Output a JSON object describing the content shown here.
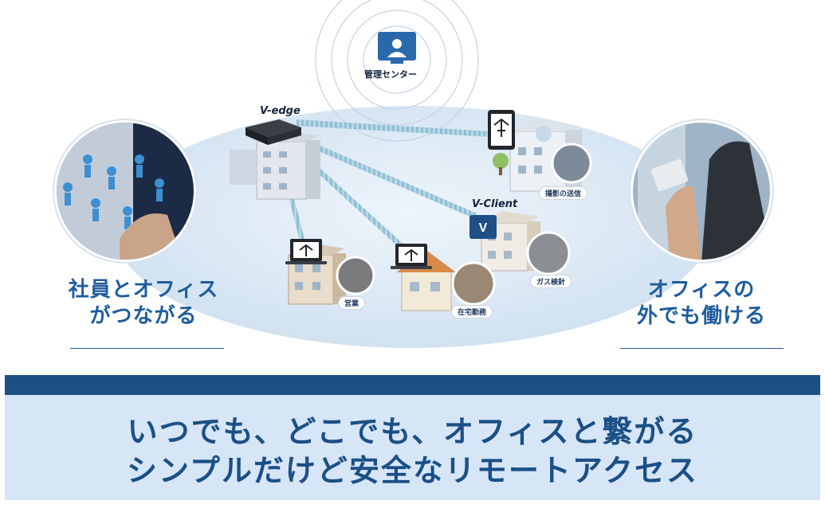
{
  "center": {
    "label": "管理センター"
  },
  "devices": {
    "v_edge": "V-edge",
    "v_client": "V-Client"
  },
  "locations": {
    "photo_send": "撮影の送信",
    "gas_meter": "ガス検針",
    "sales": "営業",
    "home_work": "在宅勤務"
  },
  "left_caption": {
    "line1": "社員とオフィス",
    "line2": "がつながる"
  },
  "right_caption": {
    "line1": "オフィスの",
    "line2": "外でも働ける"
  },
  "banner": {
    "line1": "いつでも、どこでも、オフィスと繋がる",
    "line2": "シンプルだけど安全なリモートアクセス"
  },
  "colors": {
    "brand": "#1b4f86",
    "banner_bg": "#d6e6f7",
    "ellipse": "#dbe8f4",
    "caption": "#1f5d9e"
  },
  "icons": [
    "person-at-monitor-icon",
    "vpn-router-icon",
    "tablet-icon",
    "laptop-icon",
    "v-client-badge-icon"
  ]
}
